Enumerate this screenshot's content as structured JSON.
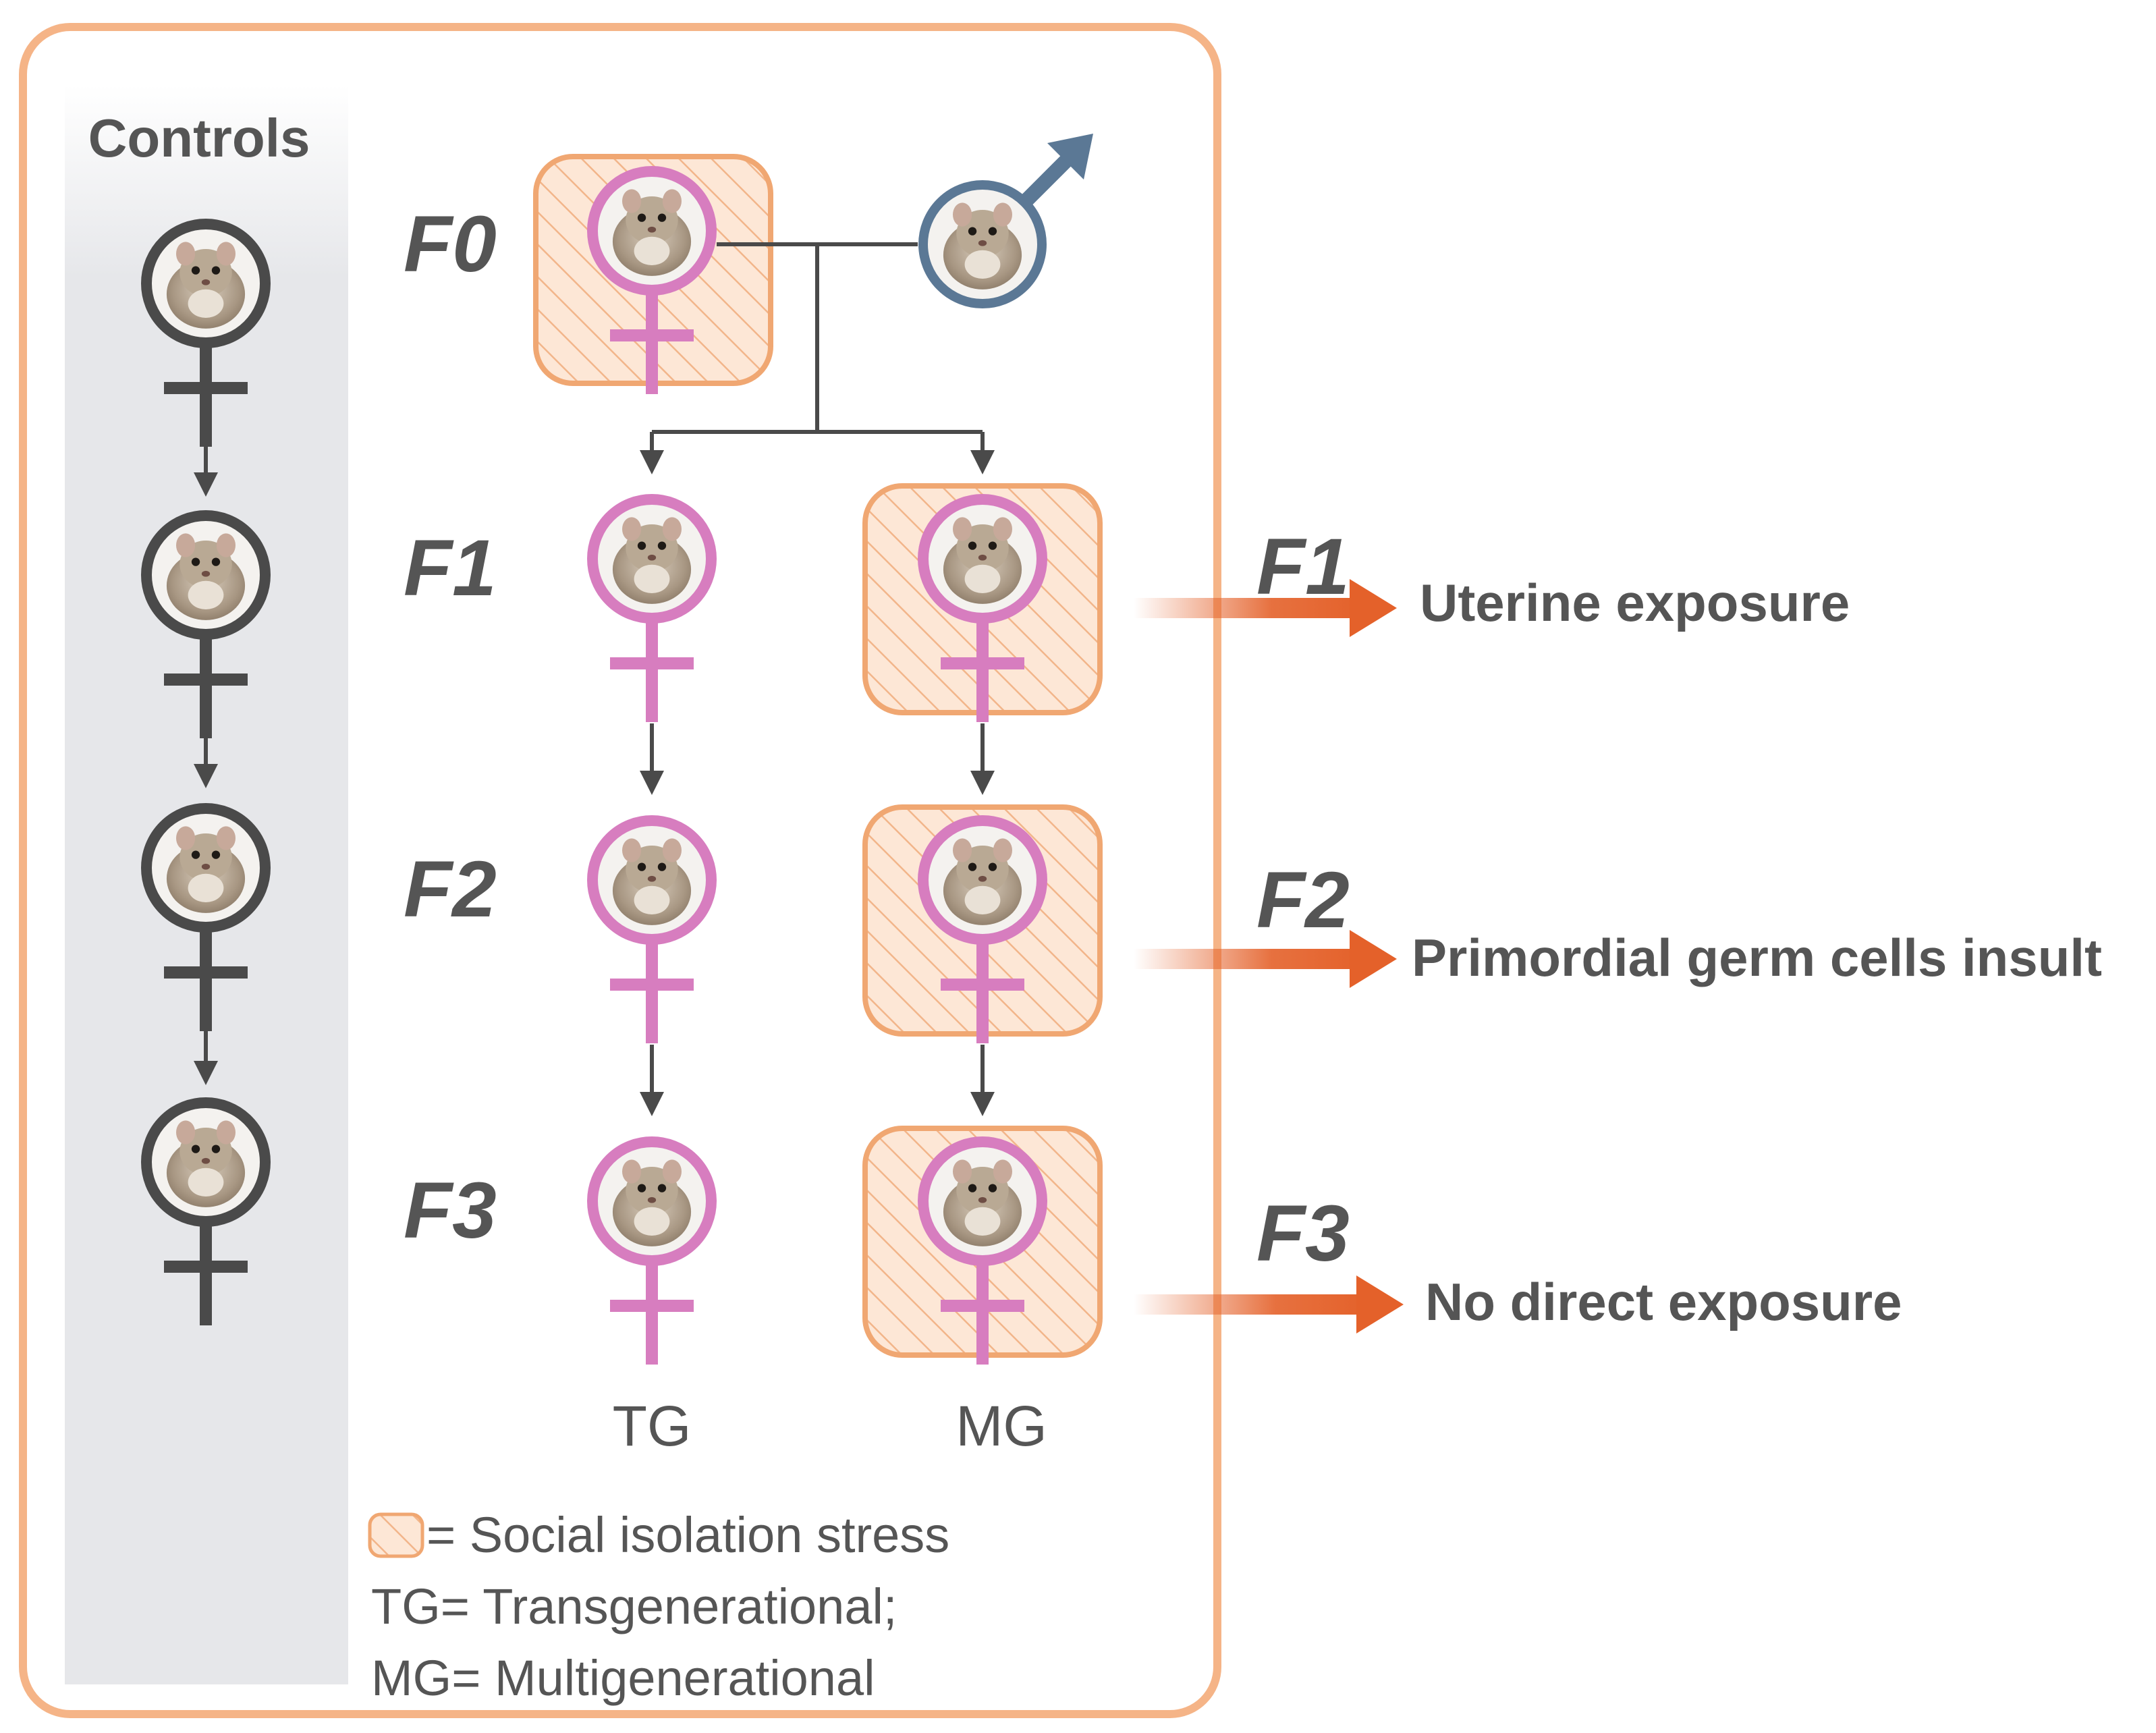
{
  "controls": {
    "title": "Controls"
  },
  "generations": [
    "F0",
    "F1",
    "F2",
    "F3"
  ],
  "columns": {
    "tg": "TG",
    "mg": "MG"
  },
  "outcomes": [
    {
      "generation": "F1",
      "text": "Uterine exposure"
    },
    {
      "generation": "F2",
      "text": "Primordial germ cells insult"
    },
    {
      "generation": "F3",
      "text": "No direct exposure"
    }
  ],
  "legend": {
    "stress": "= Social isolation stress",
    "tg": "TG= Transgenerational;",
    "mg": "MG= Multigenerational"
  },
  "colors": {
    "frame": "#f5b487",
    "stress_fill": "#fde7d6",
    "stress_border": "#f0a772",
    "female_treated": "#d77dbf",
    "female_control": "#4a4a4a",
    "male": "#5b7895",
    "arrow_accent": "#e4612a",
    "text": "#555555"
  },
  "icons": {
    "female": "female-symbol-icon",
    "male": "male-symbol-icon",
    "animal": "gerbil-icon"
  }
}
